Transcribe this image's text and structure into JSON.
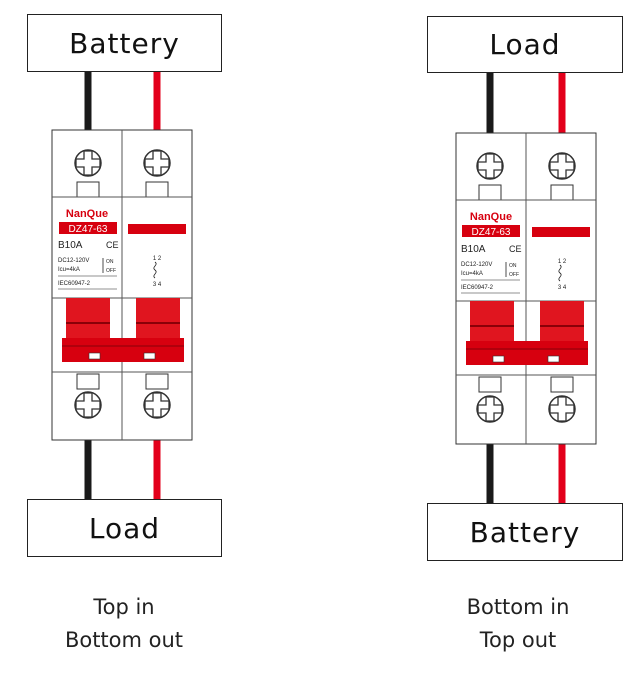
{
  "left": {
    "top_box": "Battery",
    "bottom_box": "Load",
    "caption_line1": "Top in",
    "caption_line2": "Bottom out",
    "breaker": {
      "brand": "NanQue",
      "model": "DZ47-63",
      "rating": "B10A",
      "ce_mark": "CE",
      "voltage": "DC12-120V",
      "breaking": "Icu=4kA",
      "on_label": "ON",
      "off_label": "OFF",
      "standard": "IEC60947-2",
      "term_top": "1 2",
      "term_bottom": "3 4"
    }
  },
  "right": {
    "top_box": "Load",
    "bottom_box": "Battery",
    "caption_line1": "Bottom in",
    "caption_line2": "Top out",
    "breaker": {
      "brand": "NanQue",
      "model": "DZ47-63",
      "rating": "B10A",
      "ce_mark": "CE",
      "voltage": "DC12-120V",
      "breaking": "Icu=4kA",
      "on_label": "ON",
      "off_label": "OFF",
      "standard": "IEC60947-2",
      "term_top": "1 2",
      "term_bottom": "3 4"
    }
  },
  "colors": {
    "wire_negative": "#1a1a1a",
    "wire_positive": "#e3001b",
    "breaker_red": "#d7000f",
    "handle_red": "#e0151f"
  }
}
